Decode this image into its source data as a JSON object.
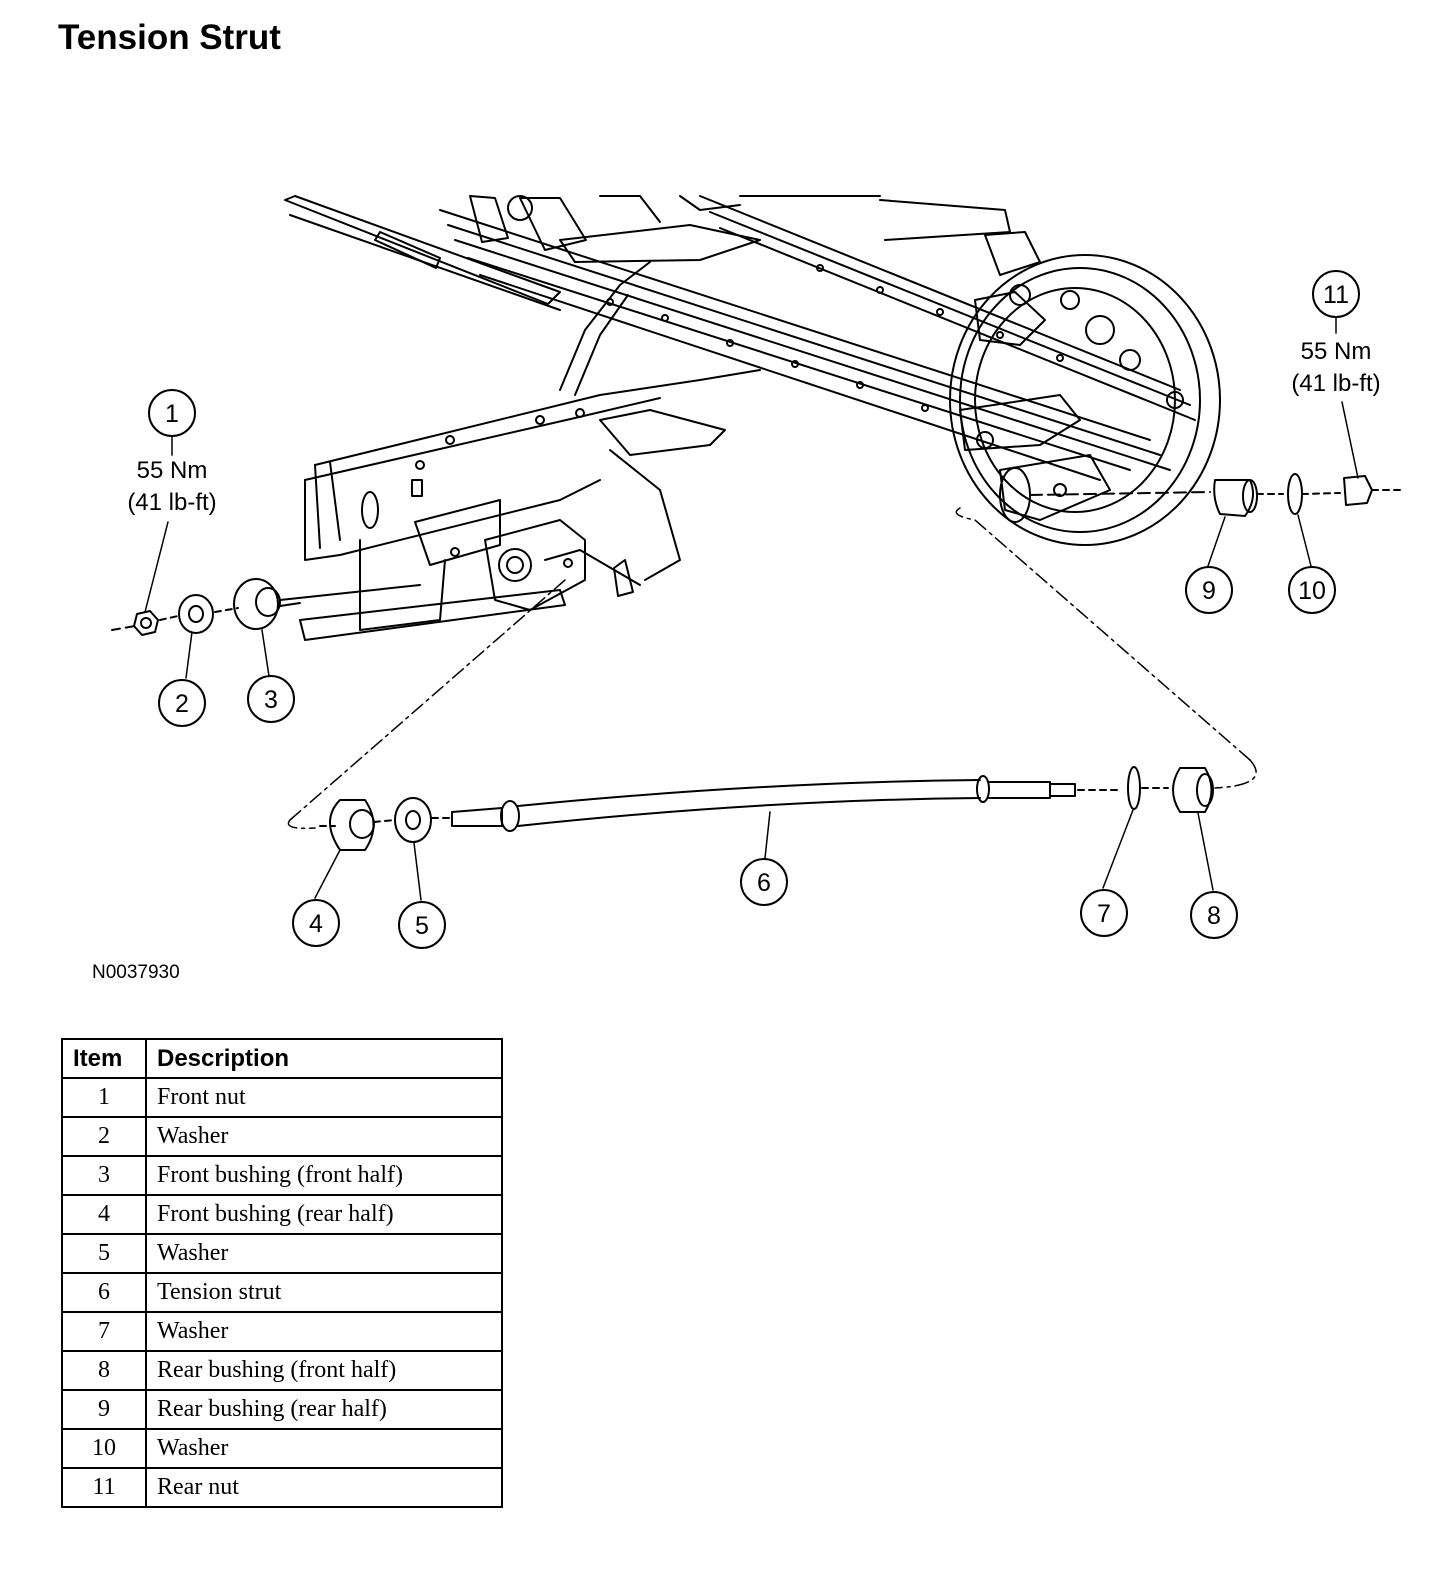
{
  "title": "Tension Strut",
  "figure_id": "N0037930",
  "torque_specs": {
    "front": {
      "nm": "55 Nm",
      "lbft": "(41 lb-ft)"
    },
    "rear": {
      "nm": "55 Nm",
      "lbft": "(41 lb-ft)"
    }
  },
  "callouts": [
    "1",
    "2",
    "3",
    "4",
    "5",
    "6",
    "7",
    "8",
    "9",
    "10",
    "11"
  ],
  "table": {
    "headers": [
      "Item",
      "Description"
    ],
    "rows": [
      {
        "item": "1",
        "description": "Front nut"
      },
      {
        "item": "2",
        "description": "Washer"
      },
      {
        "item": "3",
        "description": "Front bushing (front half)"
      },
      {
        "item": "4",
        "description": "Front bushing (rear half)"
      },
      {
        "item": "5",
        "description": "Washer"
      },
      {
        "item": "6",
        "description": "Tension strut"
      },
      {
        "item": "7",
        "description": "Washer"
      },
      {
        "item": "8",
        "description": "Rear bushing (front half)"
      },
      {
        "item": "9",
        "description": "Rear bushing (rear half)"
      },
      {
        "item": "10",
        "description": "Washer"
      },
      {
        "item": "11",
        "description": "Rear nut"
      }
    ]
  }
}
